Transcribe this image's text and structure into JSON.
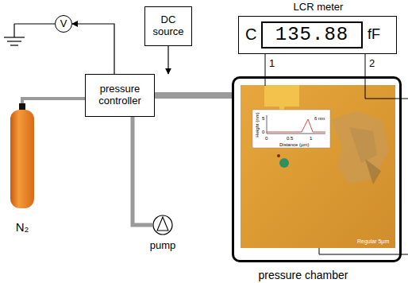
{
  "diagram": {
    "nodes": [
      {
        "text": [
          "V"
        ]
      },
      {
        "text": [
          "DC source"
        ]
      },
      {
        "text": [
          "pressure controller"
        ]
      },
      {
        "text": [
          "N₂"
        ]
      },
      {
        "text": [
          "pump"
        ]
      },
      {
        "text": [
          "LCR meter",
          "C",
          "fF"
        ]
      },
      {
        "text": [
          "135.88"
        ],
        "in": 5
      },
      {
        "text": [
          "pressure chamber"
        ]
      }
    ],
    "edges": [
      {
        "from": 2,
        "to": 0,
        "arrow": "to"
      },
      {
        "from": 1,
        "to": 2,
        "arrow": "to"
      },
      {
        "from": 3,
        "to": 2,
        "arrow": "none"
      },
      {
        "from": 2,
        "to": 4,
        "arrow": "none"
      },
      {
        "from": 2,
        "to": 7,
        "arrow": "none"
      },
      {
        "from": 5,
        "to": 7,
        "arrow": "none"
      }
    ],
    "labels": [
      "1",
      "2",
      "5",
      "0",
      "Height (nm)",
      "6 nm",
      "0",
      "0.5",
      "1",
      "Distance (µm)",
      "Regular 5µm"
    ]
  }
}
